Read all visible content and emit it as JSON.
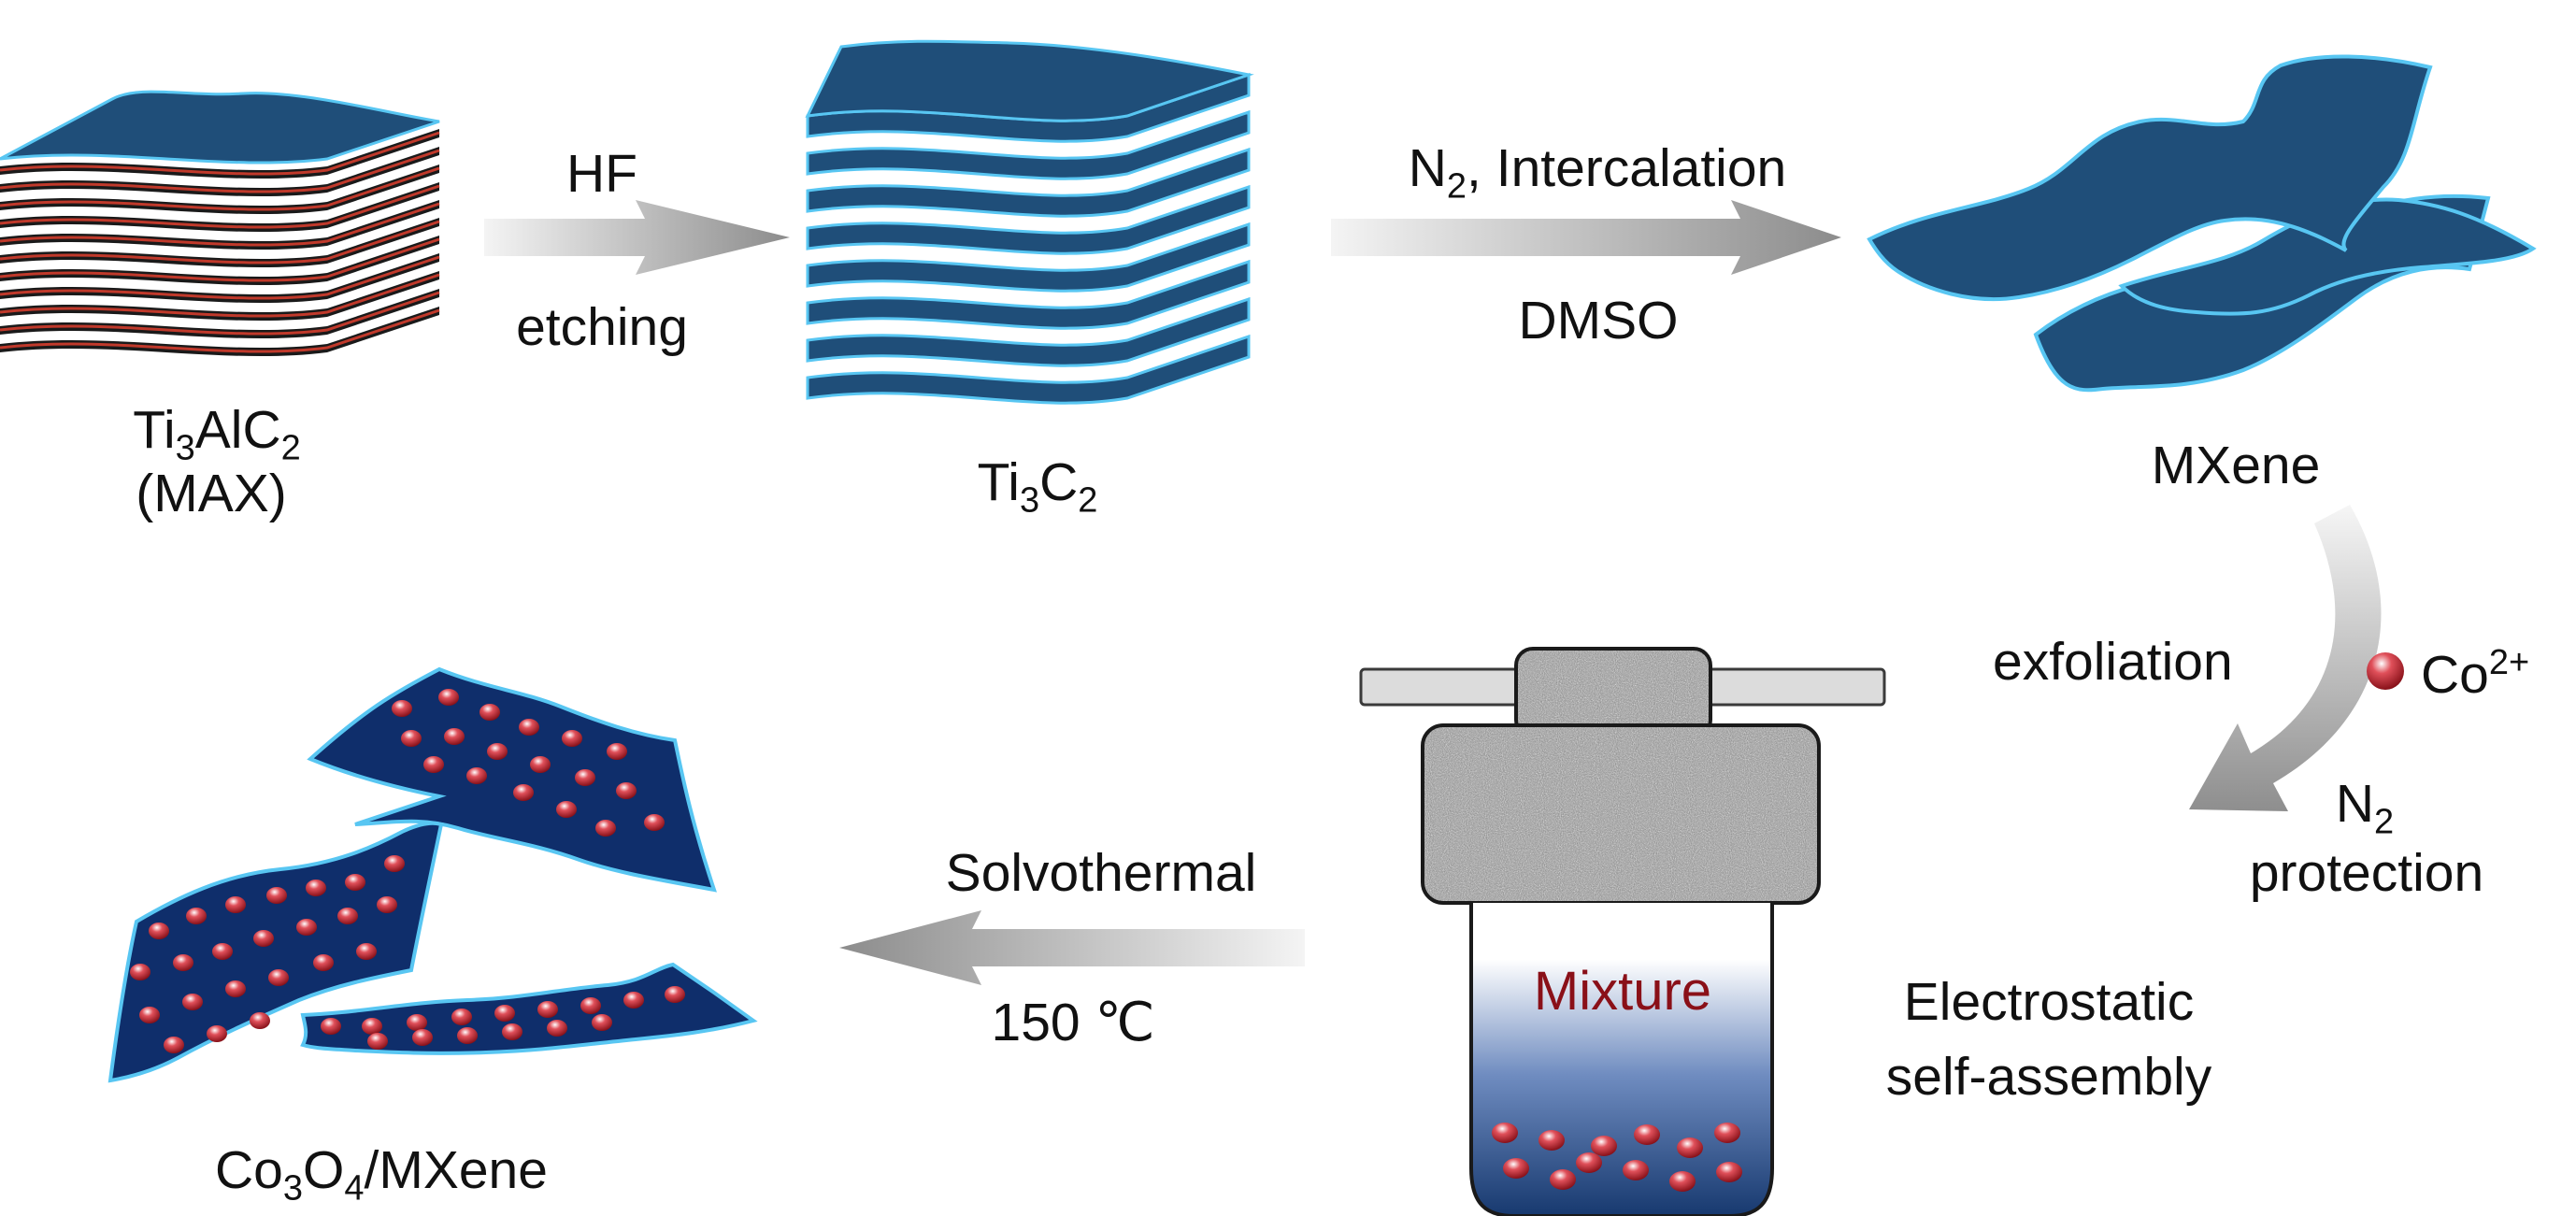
{
  "colors": {
    "sheet": "#1f4e79",
    "sheet_dark": "#14396a",
    "edge": "#58c6f2",
    "max_inner": "#c0392b",
    "max_edge": "#1a1a1a",
    "particle": "#b3141e",
    "arrow": "#9a9a9a",
    "mixture_text": "#8a1018"
  },
  "icons": {
    "arrows": "gradient-block-arrow",
    "particle": "red-sphere",
    "vessel": "autoclave-reactor"
  },
  "steps": {
    "max": {
      "formula_main": "Ti",
      "formula_sub1": "3",
      "formula_mid": "AlC",
      "formula_sub2": "2",
      "paren": "(MAX)"
    },
    "etch": {
      "top": "HF",
      "bottom": "etching"
    },
    "ti3c2": {
      "main": "Ti",
      "sub1": "3",
      "mid": "C",
      "sub2": "2"
    },
    "intercalation": {
      "top_main": "N",
      "top_sub": "2",
      "top_rest": ", Intercalation",
      "bottom": "DMSO"
    },
    "mxene": {
      "label": "MXene"
    },
    "exfoliation": {
      "label": "exfoliation"
    },
    "cobalt": {
      "main": "Co",
      "sup": "2+"
    },
    "protection": {
      "line1_main": "N",
      "line1_sub": "2",
      "line2": "protection"
    },
    "assembly": {
      "line1": "Electrostatic",
      "line2": "self-assembly"
    },
    "reactor": {
      "mixture": "Mixture"
    },
    "solvothermal": {
      "top": "Solvothermal",
      "bottom": "150 ℃"
    },
    "product": {
      "a": "Co",
      "sub1": "3",
      "b": "O",
      "sub2": "4",
      "c": "/MXene"
    }
  }
}
